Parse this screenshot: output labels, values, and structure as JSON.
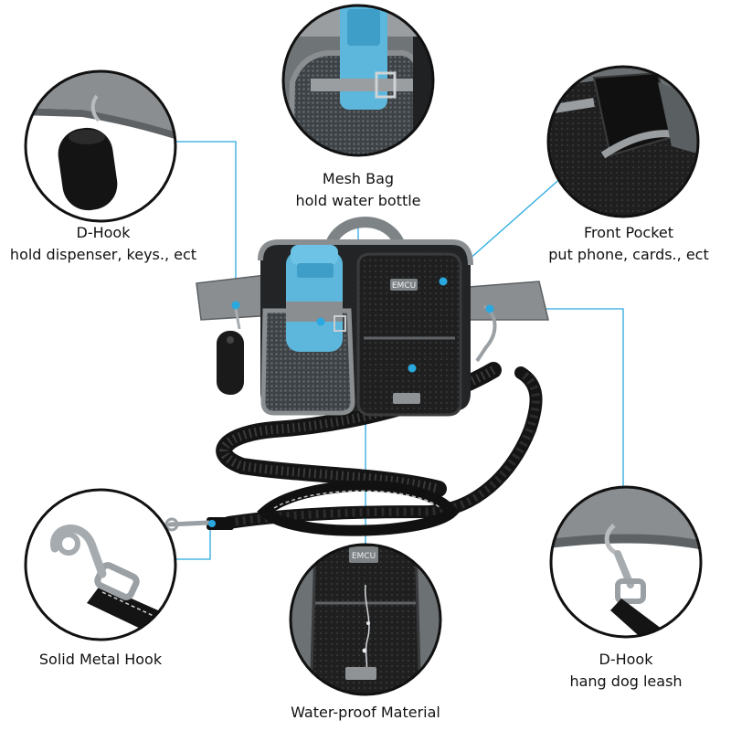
{
  "callouts": {
    "mesh_bag": {
      "line1": "Mesh Bag",
      "line2": "hold water bottle"
    },
    "d_hook_left": {
      "line1": "D-Hook",
      "line2": "hold dispenser, keys., ect"
    },
    "front_pocket": {
      "line1": "Front Pocket",
      "line2": "put phone, cards., ect"
    },
    "solid_metal_hook": {
      "line1": "Solid Metal Hook"
    },
    "d_hook_right": {
      "line1": "D-Hook",
      "line2": "hang dog leash"
    },
    "water_proof": {
      "line1": "Water-proof Material"
    }
  },
  "product": {
    "brand_label": "EMCU"
  },
  "colors": {
    "leader_line": "#29a9e0",
    "bag_black": "#1b1b1c",
    "bag_grey": "#8a8e91",
    "bottle_blue": "#5db7dc",
    "circle_border": "#111111"
  }
}
